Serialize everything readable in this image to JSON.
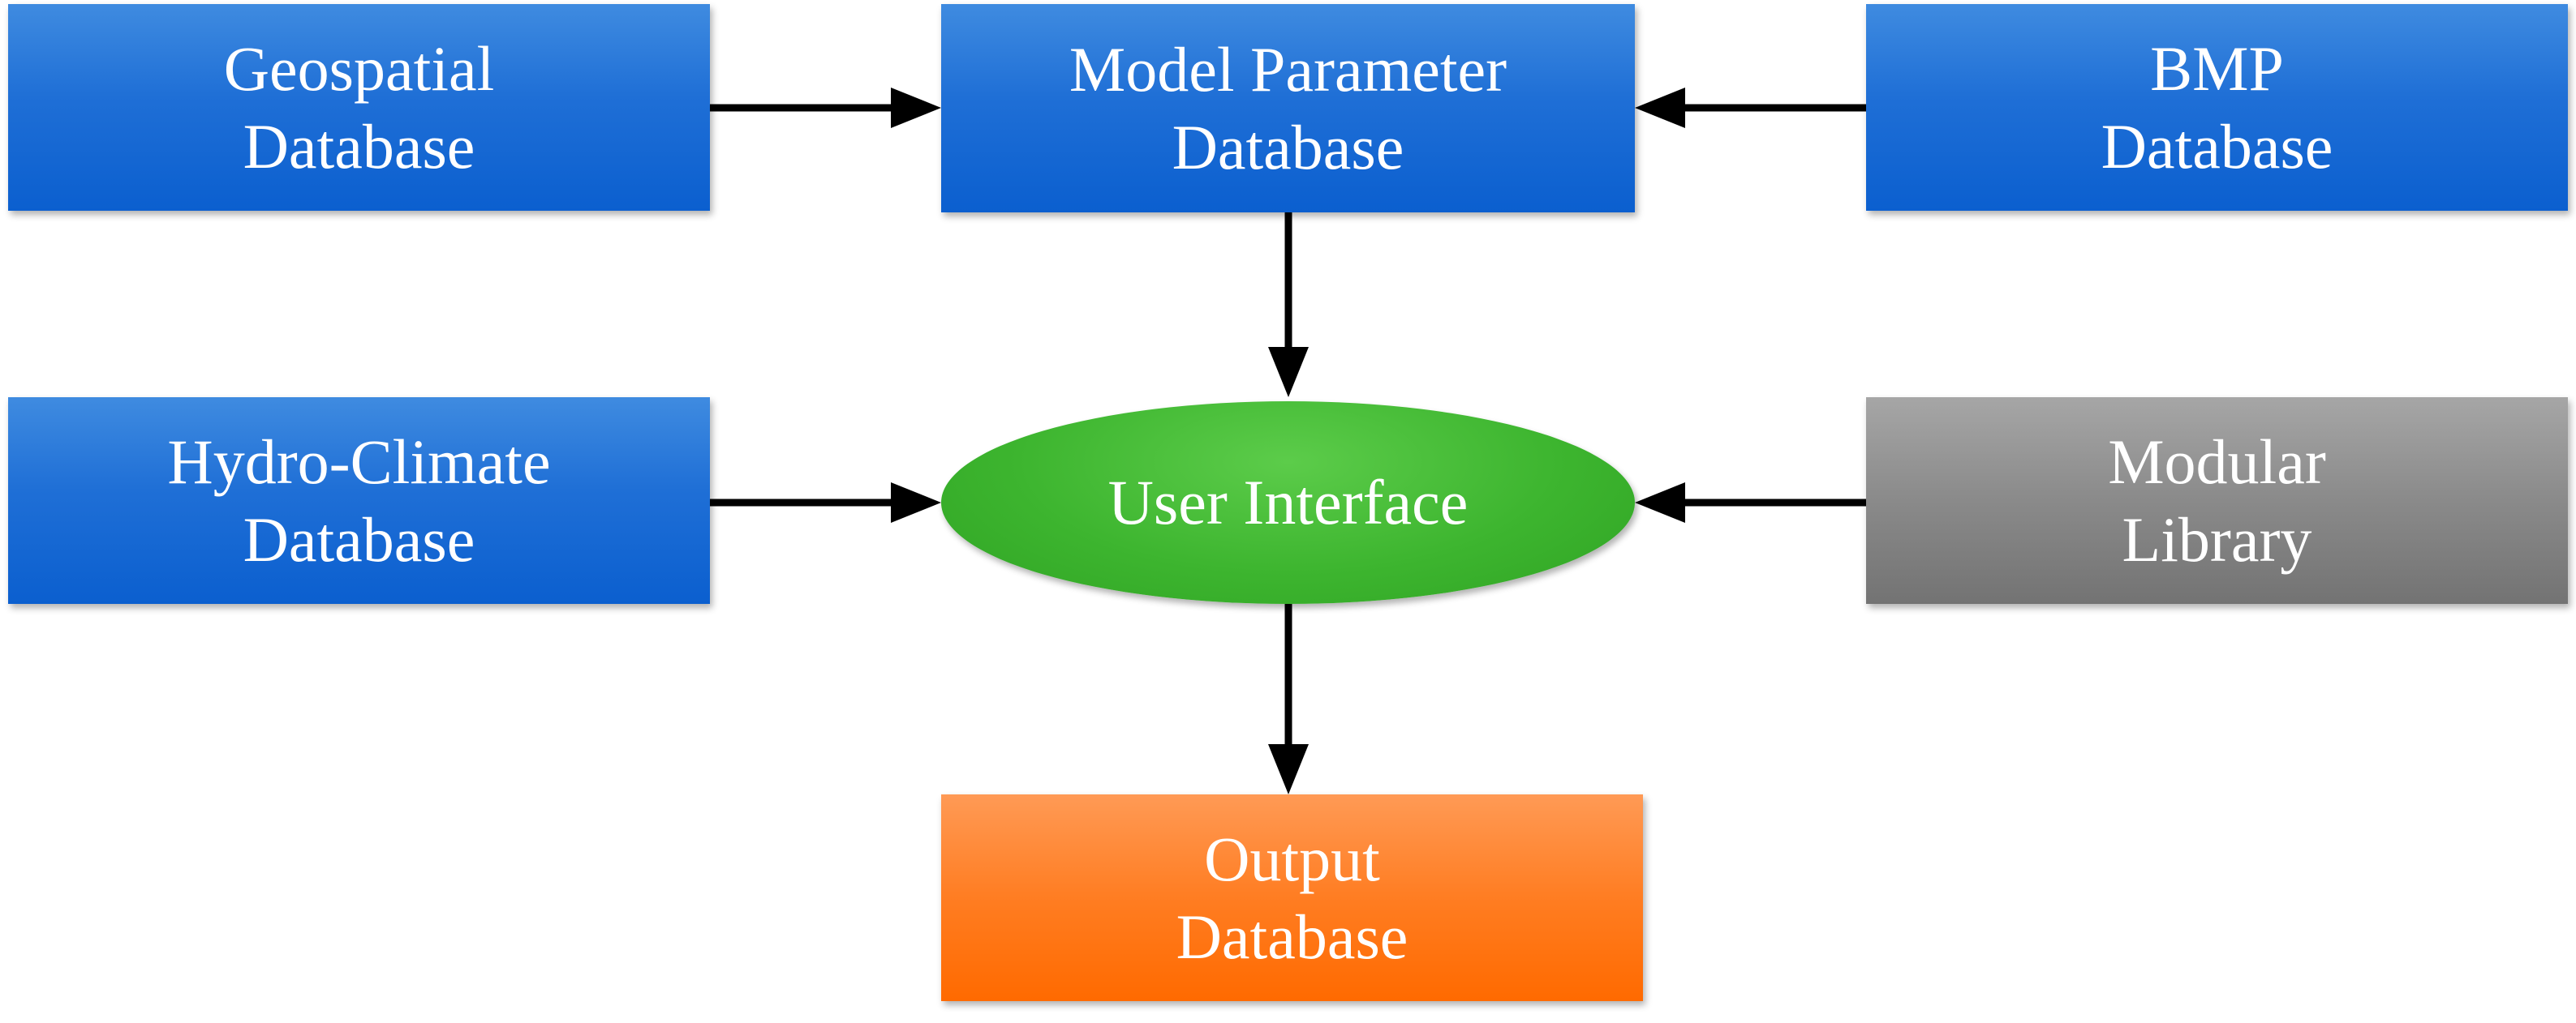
{
  "diagram": {
    "nodes": {
      "geospatial": {
        "label": "Geospatial\nDatabase",
        "color": "#1f6fd6"
      },
      "model_parameter": {
        "label": "Model Parameter\nDatabase",
        "color": "#1f6fd6"
      },
      "bmp": {
        "label": "BMP\nDatabase",
        "color": "#1f6fd6"
      },
      "hydro_climate": {
        "label": "Hydro-Climate\nDatabase",
        "color": "#1f6fd6"
      },
      "user_interface": {
        "label": "User Interface",
        "color": "#3db52f"
      },
      "modular_library": {
        "label": "Modular\nLibrary",
        "color": "#8a8a8a"
      },
      "output": {
        "label": "Output\nDatabase",
        "color": "#ff7d22"
      }
    },
    "edges": [
      {
        "from": "geospatial",
        "to": "model_parameter"
      },
      {
        "from": "bmp",
        "to": "model_parameter"
      },
      {
        "from": "model_parameter",
        "to": "user_interface"
      },
      {
        "from": "hydro_climate",
        "to": "user_interface"
      },
      {
        "from": "modular_library",
        "to": "user_interface"
      },
      {
        "from": "user_interface",
        "to": "output"
      }
    ]
  }
}
